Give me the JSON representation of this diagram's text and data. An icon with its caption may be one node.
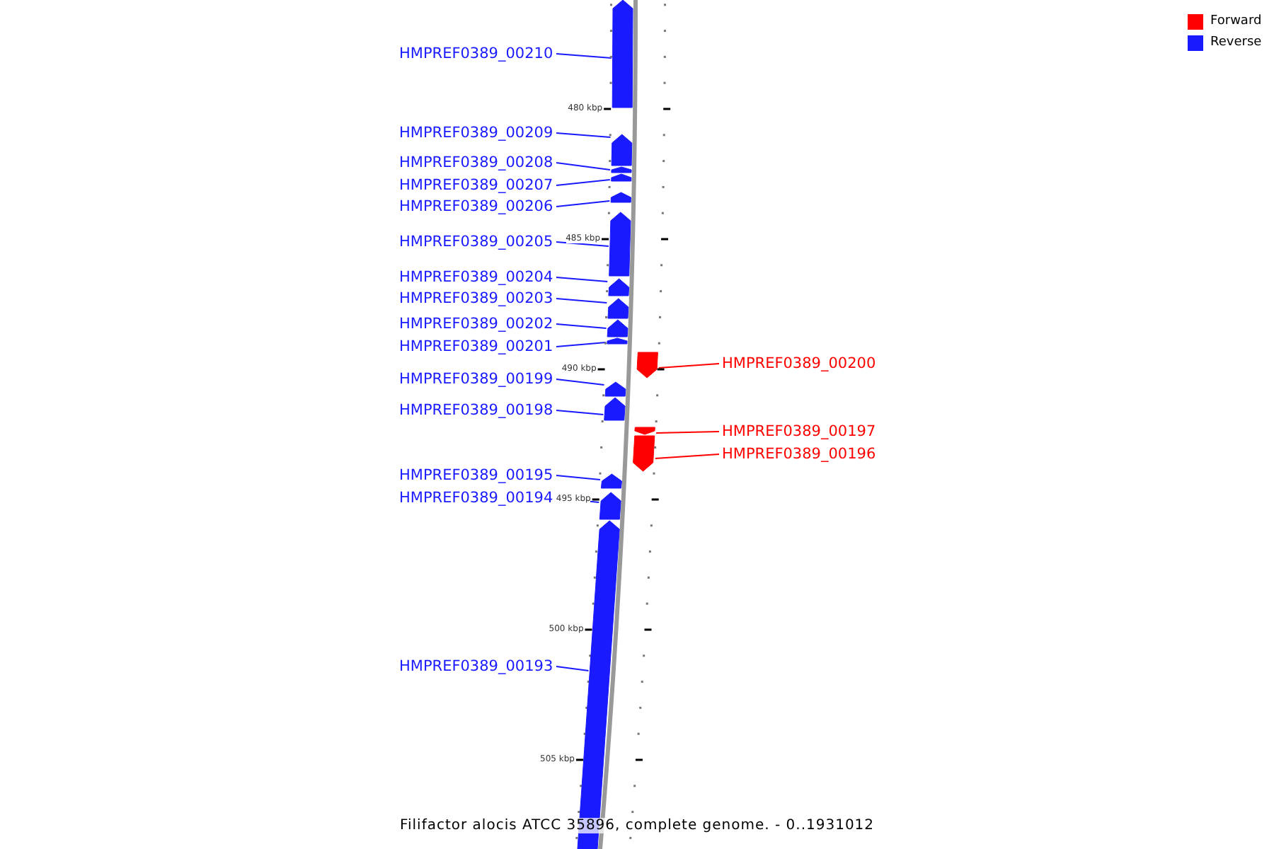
{
  "diagram": {
    "caption": "Filifactor alocis ATCC 35896, complete genome. - 0..1931012",
    "nodes": [
      {
        "text": [
          "HMPREF0389_00210"
        ]
      },
      {
        "text": [],
        "shape": "pentagon"
      },
      {
        "text": [
          "HMPREF0389_00209"
        ]
      },
      {
        "text": [],
        "shape": "pentagon"
      },
      {
        "text": [
          "HMPREF0389_00208"
        ]
      },
      {
        "text": [],
        "shape": "pentagon"
      },
      {
        "text": [
          "HMPREF0389_00207"
        ]
      },
      {
        "text": [],
        "shape": "pentagon"
      },
      {
        "text": [
          "HMPREF0389_00206"
        ]
      },
      {
        "text": [],
        "shape": "pentagon"
      },
      {
        "text": [
          "HMPREF0389_00205"
        ]
      },
      {
        "text": [],
        "shape": "pentagon"
      },
      {
        "text": [
          "HMPREF0389_00204"
        ]
      },
      {
        "text": [],
        "shape": "pentagon"
      },
      {
        "text": [
          "HMPREF0389_00203"
        ]
      },
      {
        "text": [],
        "shape": "pentagon"
      },
      {
        "text": [
          "HMPREF0389_00202"
        ]
      },
      {
        "text": [],
        "shape": "pentagon"
      },
      {
        "text": [
          "HMPREF0389_00201"
        ]
      },
      {
        "text": [],
        "shape": "pentagon"
      },
      {
        "text": [
          "HMPREF0389_00200"
        ]
      },
      {
        "text": [],
        "shape": "pentagon"
      },
      {
        "text": [
          "HMPREF0389_00199"
        ]
      },
      {
        "text": [],
        "shape": "pentagon"
      },
      {
        "text": [
          "HMPREF0389_00198"
        ]
      },
      {
        "text": [],
        "shape": "pentagon"
      },
      {
        "text": [
          "HMPREF0389_00197"
        ]
      },
      {
        "text": [],
        "shape": "pentagon"
      },
      {
        "text": [
          "HMPREF0389_00196"
        ]
      },
      {
        "text": [],
        "shape": "pentagon"
      },
      {
        "text": [
          "HMPREF0389_00195"
        ]
      },
      {
        "text": [],
        "shape": "pentagon"
      },
      {
        "text": [
          "HMPREF0389_00194"
        ]
      },
      {
        "text": [],
        "shape": "pentagon"
      },
      {
        "text": [
          "HMPREF0389_00193"
        ]
      },
      {
        "text": [],
        "shape": "pentagon"
      }
    ],
    "edges": [
      {
        "from": 0,
        "to": 1,
        "arrow": "none"
      },
      {
        "from": 2,
        "to": 3,
        "arrow": "none"
      },
      {
        "from": 4,
        "to": 5,
        "arrow": "none"
      },
      {
        "from": 6,
        "to": 7,
        "arrow": "none"
      },
      {
        "from": 8,
        "to": 9,
        "arrow": "none"
      },
      {
        "from": 10,
        "to": 11,
        "arrow": "none"
      },
      {
        "from": 12,
        "to": 13,
        "arrow": "none"
      },
      {
        "from": 14,
        "to": 15,
        "arrow": "none"
      },
      {
        "from": 16,
        "to": 17,
        "arrow": "none"
      },
      {
        "from": 18,
        "to": 19,
        "arrow": "none"
      },
      {
        "from": 20,
        "to": 21,
        "arrow": "none",
        "color": "#ff0000"
      },
      {
        "from": 22,
        "to": 23,
        "arrow": "none"
      },
      {
        "from": 24,
        "to": 25,
        "arrow": "none"
      },
      {
        "from": 26,
        "to": 27,
        "arrow": "none",
        "color": "#ff0000"
      },
      {
        "from": 28,
        "to": 29,
        "arrow": "none",
        "color": "#ff0000"
      },
      {
        "from": 30,
        "to": 31,
        "arrow": "none"
      },
      {
        "from": 32,
        "to": 33,
        "arrow": "none"
      },
      {
        "from": 34,
        "to": 35,
        "arrow": "none"
      }
    ],
    "labels": [
      "480 kbp",
      "485 kbp",
      "490 kbp",
      "495 kbp",
      "500 kbp",
      "505 kbp"
    ],
    "legend": [
      {
        "text": "Forward",
        "color": "#ff0000"
      },
      {
        "text": "Reverse",
        "color": "#1a1aff"
      }
    ]
  }
}
